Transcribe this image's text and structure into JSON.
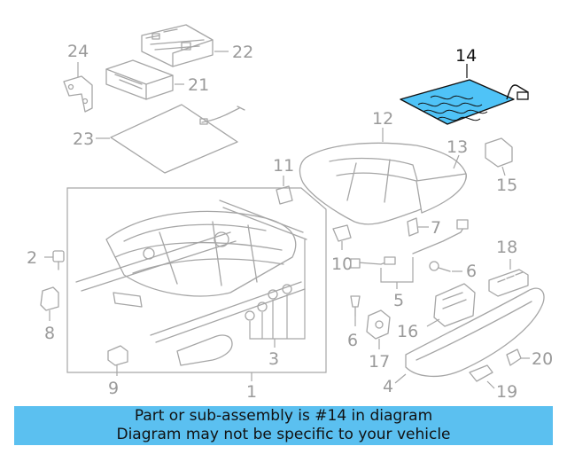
{
  "callouts": {
    "c1": "1",
    "c2": "2",
    "c3": "3",
    "c4": "4",
    "c5": "5",
    "c6a": "6",
    "c6b": "6",
    "c7": "7",
    "c8": "8",
    "c9": "9",
    "c10": "10",
    "c11": "11",
    "c12": "12",
    "c13": "13",
    "c14": "14",
    "c15": "15",
    "c16": "16",
    "c17": "17",
    "c18": "18",
    "c19": "19",
    "c20": "20",
    "c21": "21",
    "c22": "22",
    "c23": "23",
    "c24": "24"
  },
  "highlight": {
    "part": "14",
    "color": "#4fc3f7"
  },
  "banner": {
    "line1": "Part or sub-assembly is #14 in diagram",
    "line2": "Diagram may not be specific to your vehicle",
    "color": "#5bc0f0"
  }
}
